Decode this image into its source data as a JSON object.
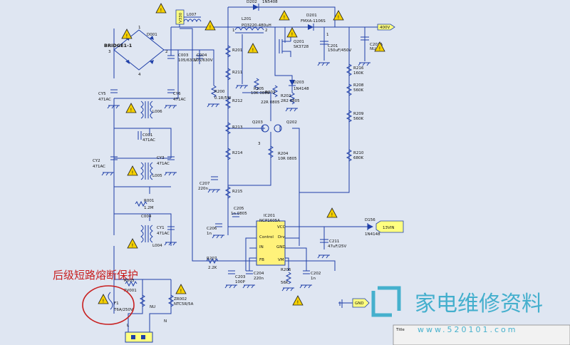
{
  "labels": {
    "v330": "V330",
    "bridge": "BRIDGE1-1",
    "d001": "D001",
    "l007": "L007",
    "c003": "C003",
    "c003v": "105/630V",
    "c004": "C004",
    "c004v": "105/630V",
    "d202": "D202",
    "d202p": "1N5408",
    "l201": "L201",
    "l201p": "PQ3220-480uH",
    "d201": "D201",
    "d201p": "FMXA-1106S",
    "q201": "Q201",
    "q201p": "SK3728",
    "c201": "C201",
    "c201v": "150uF/450V",
    "c201a": "C201A",
    "c201av": "NU",
    "out400": "400V",
    "r216": "R216",
    "r216v": "160K",
    "r208": "R208",
    "r208v": "560K",
    "r209": "R209",
    "r209v": "560K",
    "r210": "R210",
    "r210v": "680K",
    "r201": "R201",
    "r211": "R211",
    "r200": "R200",
    "r200v": "0.1R/5W",
    "r212": "R212",
    "r213": "R213",
    "r214": "R214",
    "r215": "R215",
    "r205": "R205",
    "r205v": "10K 0805",
    "r203": "R203",
    "r203v": "22R 0805",
    "d203": "D203",
    "d203p": "1N4148",
    "r202": "R202",
    "r202v": "2R2 0805",
    "q203": "Q203",
    "q202": "Q202",
    "r204": "R204",
    "r204v": "10R 0805",
    "cy5": "CY5",
    "cy5v": "471AC",
    "cy6": "CY6",
    "cy6v": "471AC",
    "l006": "L006",
    "c001": "C001",
    "c001v": "471AC",
    "cy2": "CY2",
    "cy2v": "471AC",
    "cy3": "CY3",
    "cy3v": "471AC",
    "l005": "L005",
    "r001": "R001",
    "r001v": "1.2M",
    "c004b": "C004",
    "cy1": "CY1",
    "cy1v": "471AC",
    "l004": "L004",
    "c207": "C207",
    "c207v": "220n",
    "c205": "C205",
    "c205v": "1n 0805",
    "c206": "C206",
    "c206v": "1n",
    "ic201": "IC201",
    "ic201p": "NCP1605A",
    "vcc": "VCC",
    "drv": "Drv",
    "control": "Control",
    "gnd_pin": "GND",
    "in": "IN",
    "vm": "VM",
    "fb": "FB",
    "d: ": "",
    "c211": "C211",
    "c211v": "47uF/25V",
    "d156": "D156",
    "d156p": "1N4148",
    "vin": "13VIN",
    "r207": "R207",
    "r207v": "2.2K",
    "c203": "C203",
    "c203v": "100P",
    "c204": "C204",
    "c204v": "220n",
    "r206": "R206",
    "r206v": "56K",
    "c202": "C202",
    "c202v": "1n",
    "f1": "F1",
    "f1v": "T6A/250V",
    "r003": "R003",
    "rv001": "RV001",
    "nu": "NU",
    "zr002": "ZR002",
    "zr002p": "NTC5R/5A",
    "lnode": "L",
    "nnode": "N",
    "gndnet": "GND",
    "note": "后级短路熔断保护",
    "title": "Title",
    "watermark": "家电维修资料",
    "website": "www.520101.com",
    "pin1": "1",
    "pin2": "2",
    "pin3": "3",
    "pin4": "4"
  },
  "colors": {
    "background": "#dfe6f2",
    "wire": "#1f3fa8",
    "net_label_fill": "#ffff80",
    "warning_fill": "#f5d000",
    "annotation_red": "#c81e1e",
    "ic_fill": "#fff27a"
  }
}
